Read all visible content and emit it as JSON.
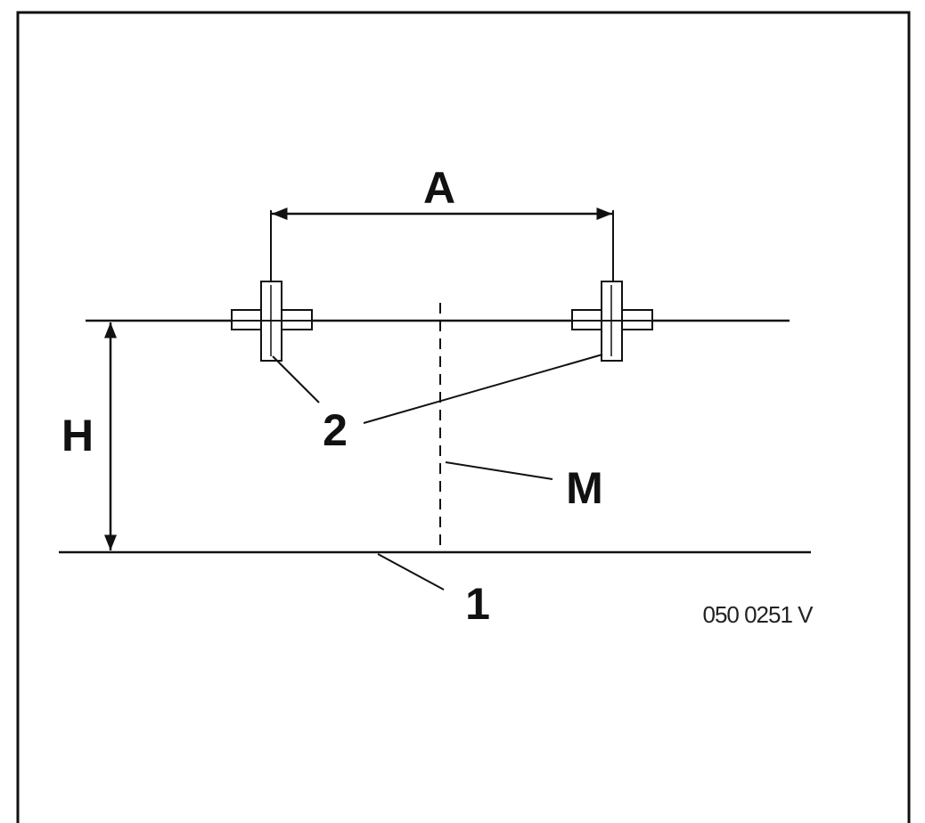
{
  "diagram": {
    "labels": {
      "dimension_a": "A",
      "dimension_h": "H",
      "callout_2": "2",
      "callout_m": "M",
      "callout_1": "1"
    },
    "figure_code": "050 0251 V"
  }
}
